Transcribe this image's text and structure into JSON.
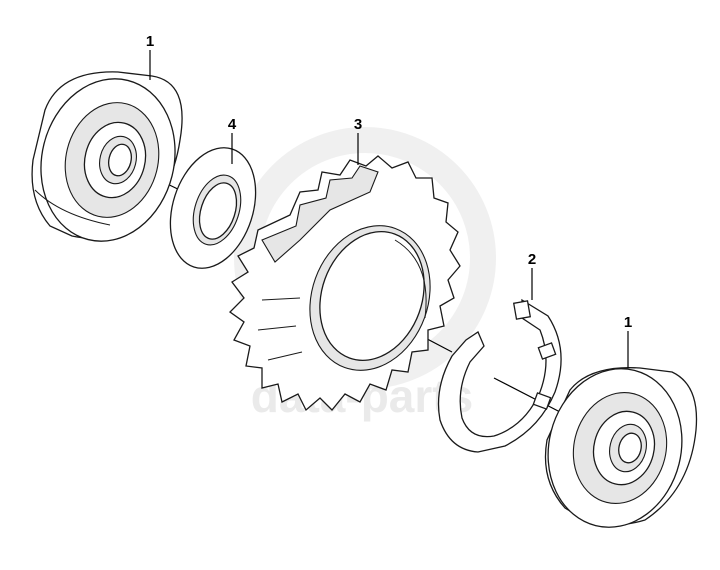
{
  "parts": [
    {
      "callout": "1",
      "name": "ball bearing"
    },
    {
      "callout": "2",
      "name": "lock washer"
    },
    {
      "callout": "3",
      "name": "gear"
    },
    {
      "callout": "4",
      "name": "thrust washer"
    }
  ],
  "watermark": {
    "text": "data-parts",
    "color": "#d9d9d9"
  },
  "colors": {
    "line": "#1a1a1a",
    "fill": "#ffffff",
    "shade": "#e6e6e6"
  }
}
